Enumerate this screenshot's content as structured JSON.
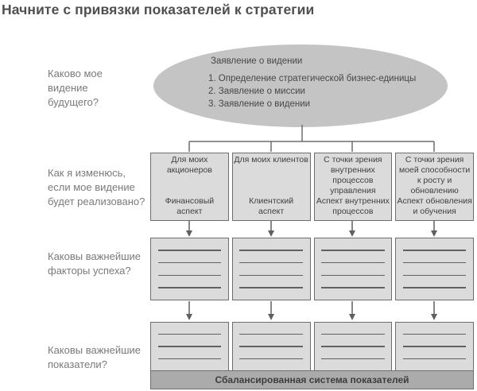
{
  "title": "Начните с привязки показателей к стратегии",
  "questions": {
    "vision": "Каково мое\nвидение\nбудущего?",
    "change": "Как я изменюсь,\nесли мое видение\nбудет реализовано?",
    "success_factors": "Каковы важнейшие\nфакторы успеха?",
    "indicators": "Каковы важнейшие\nпоказатели?"
  },
  "vision_ellipse": {
    "heading": "Заявление о видении",
    "items": [
      "1. Определение стратегической бизнес-единицы",
      "2. Заявление о миссии",
      "3. Заявление о видении"
    ]
  },
  "perspectives": [
    {
      "audience": "Для моих акционеров",
      "aspect": "Финансовый\nаспект"
    },
    {
      "audience": "Для моих клиентов",
      "aspect": "Клиентский\nаспект"
    },
    {
      "audience": "С точки зрения\nвнутренних процессов\nуправления",
      "aspect": "Аспект внутренних\nпроцессов"
    },
    {
      "audience": "С точки зрения\nмоей способности\nк росту и обновлению",
      "aspect": "Аспект обновления\nи обучения"
    }
  ],
  "footer_label": "Сбалансированная система показателей",
  "colors": {
    "ellipse_fill": "#c4c4c4",
    "box_fill": "#dbdbdb",
    "box_border": "#6e6e6e",
    "footer_fill": "#ababab",
    "connector": "#6e6e6e",
    "arrow": "#5f5f5f",
    "title_text": "#4f4f4f",
    "question_text": "#7a7a7a",
    "box_text": "#3f3f3f"
  }
}
